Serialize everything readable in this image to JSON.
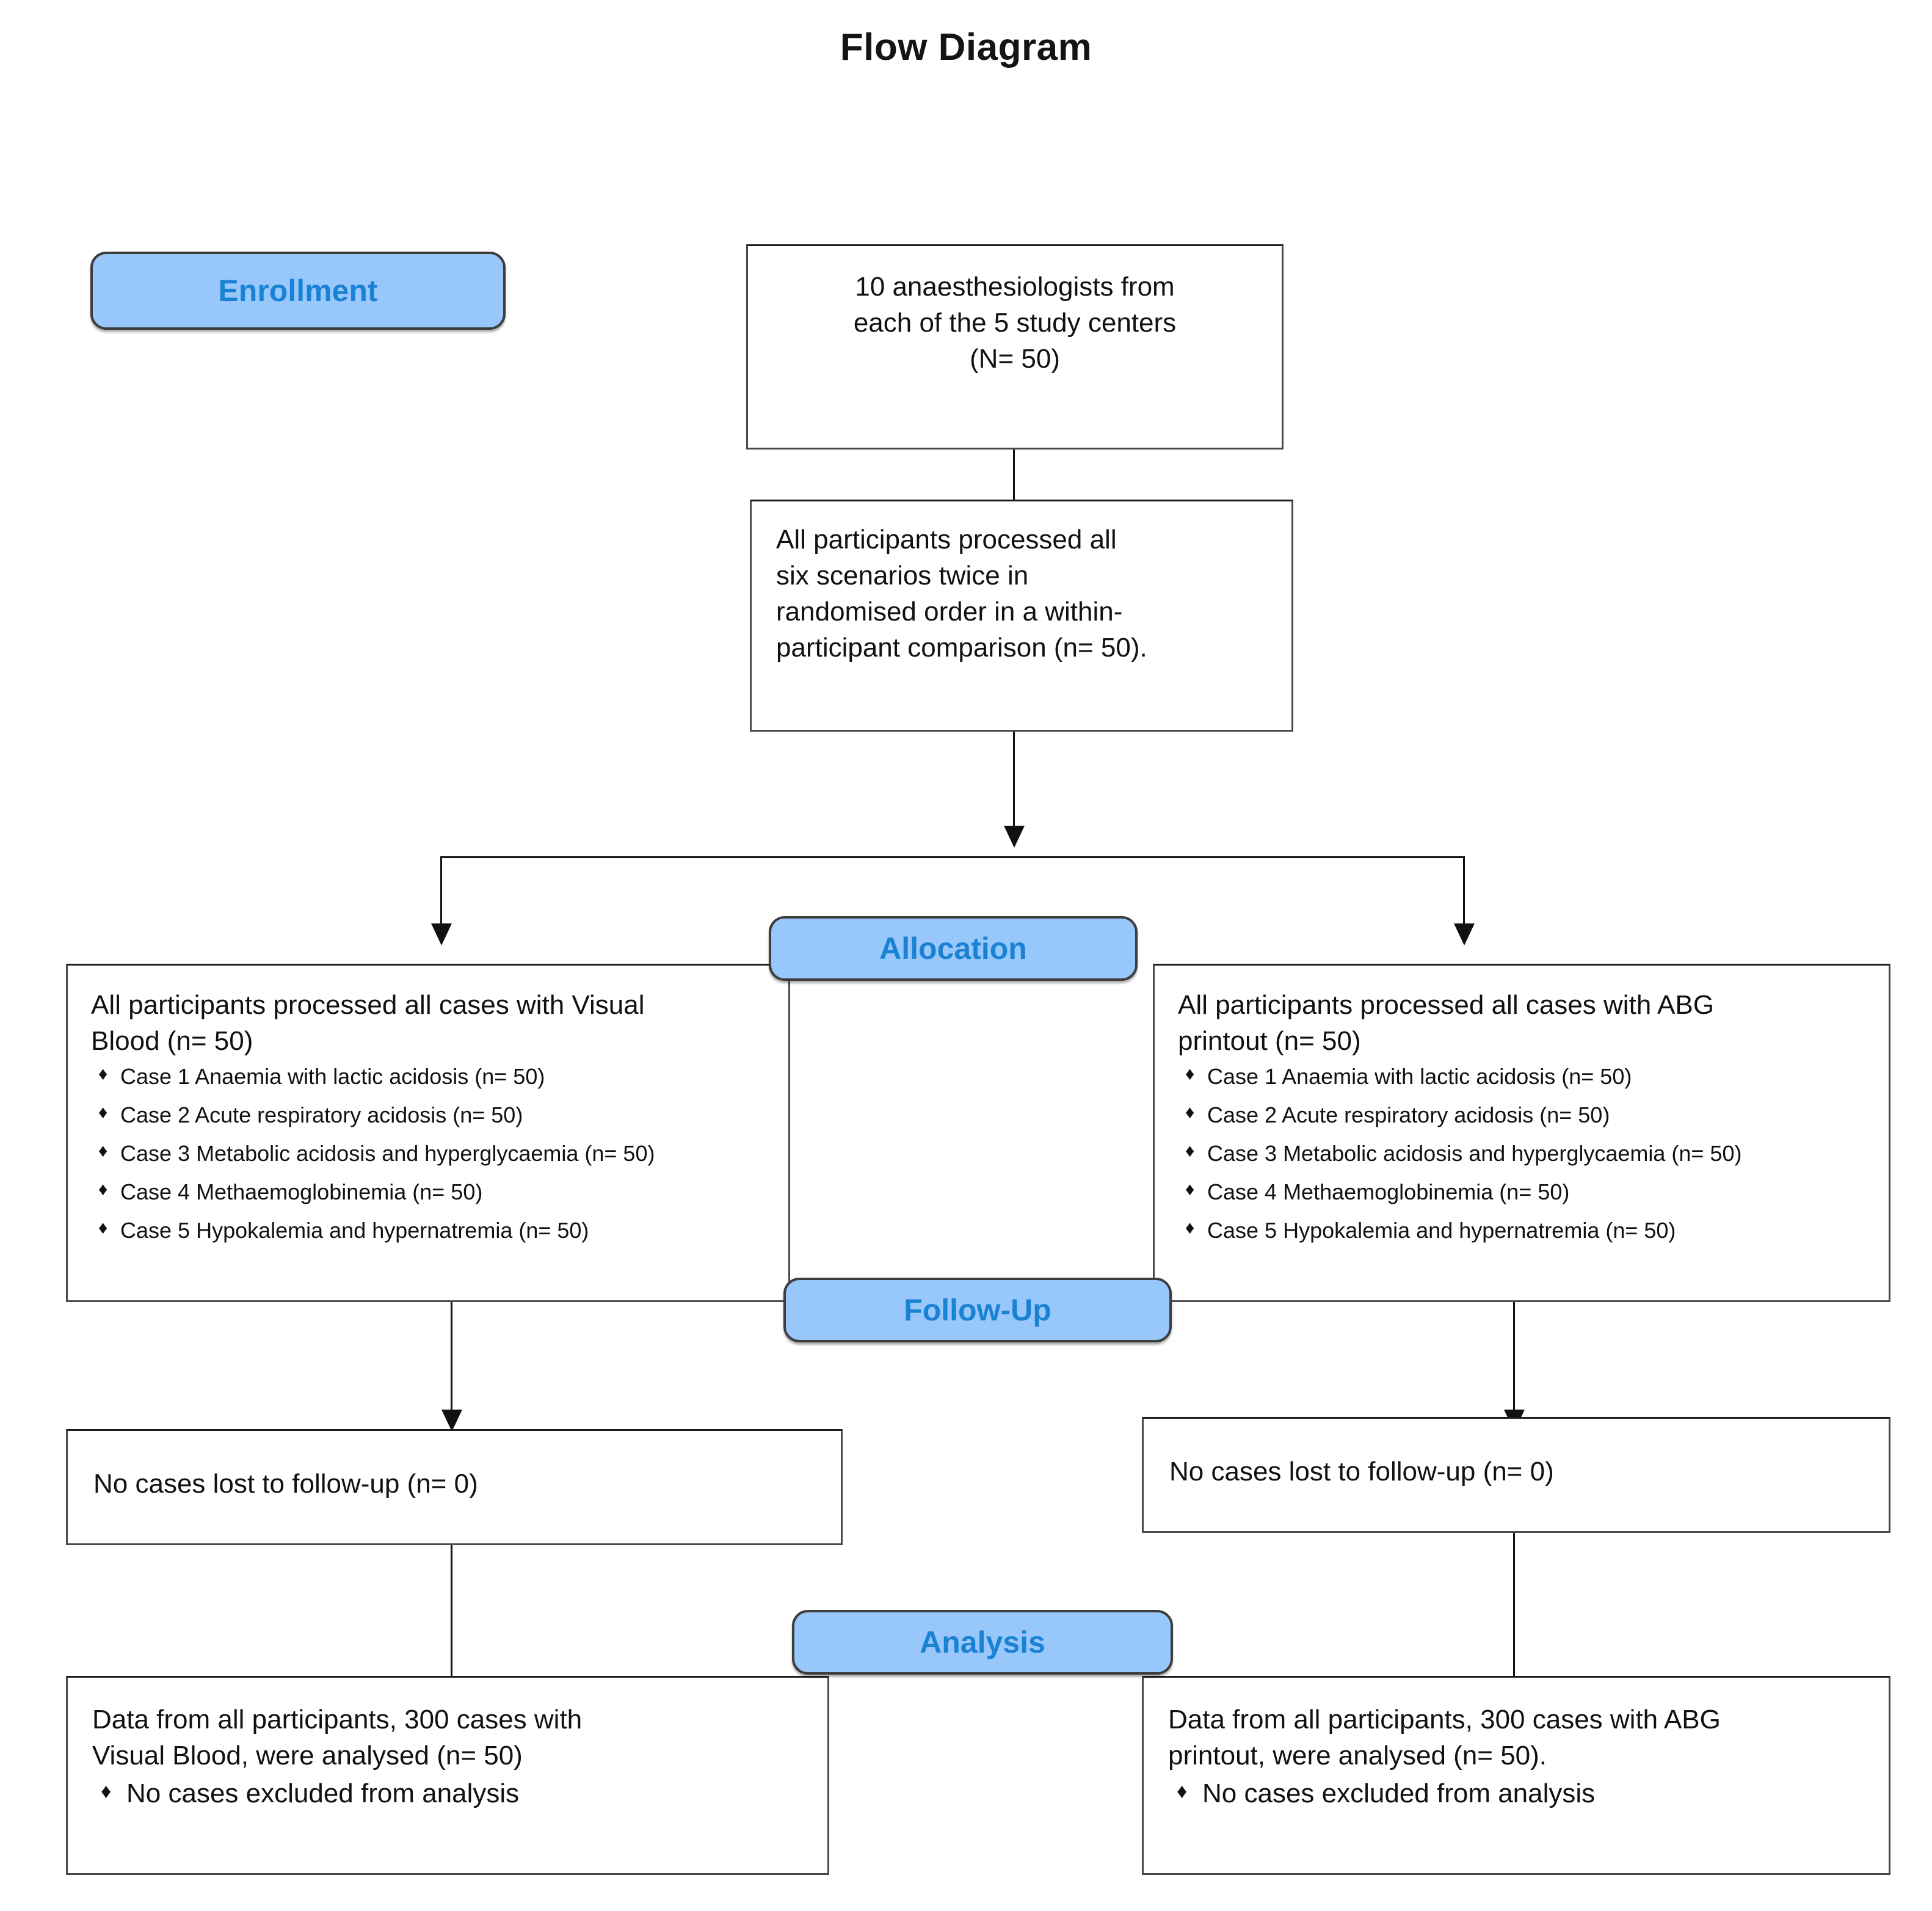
{
  "title": "Flow Diagram",
  "colors": {
    "badge_fill": "#98C7FC",
    "badge_text": "#1A82D2",
    "badge_border": "#3d3d3d",
    "box_border": "#4a4a4a",
    "text": "#111111",
    "connector": "#111111"
  },
  "stages": {
    "enrollment": "Enrollment",
    "allocation": "Allocation",
    "follow_up": "Follow-Up",
    "analysis": "Analysis"
  },
  "boxes": {
    "enrollment_source": {
      "line1": "10 anaesthesiologists from",
      "line2": "each of the 5 study centers",
      "line3": "(N= 50)"
    },
    "procedure": {
      "line1": "All participants processed all",
      "line2": "six scenarios twice in",
      "line3": "randomised order in a within-",
      "line4": "participant comparison (n= 50)."
    },
    "allocation_left": {
      "heading_line1": "All participants processed all cases with Visual",
      "heading_line2": "Blood (n= 50)",
      "cases": [
        "Case 1 Anaemia with lactic acidosis (n= 50)",
        "Case 2 Acute respiratory acidosis (n= 50)",
        "Case 3 Metabolic acidosis and hyperglycaemia (n= 50)",
        "Case 4 Methaemoglobinemia (n= 50)",
        "Case 5 Hypokalemia and hypernatremia (n= 50)"
      ]
    },
    "allocation_right": {
      "heading_line1": "All participants processed all cases with ABG",
      "heading_line2": "printout (n= 50)",
      "cases": [
        "Case 1 Anaemia with lactic acidosis (n= 50)",
        "Case 2 Acute respiratory acidosis (n= 50)",
        "Case 3 Metabolic acidosis and hyperglycaemia (n= 50)",
        "Case 4 Methaemoglobinemia (n= 50)",
        "Case 5 Hypokalemia and hypernatremia (n= 50)"
      ]
    },
    "followup_left": {
      "text": "No cases lost to follow-up (n= 0)"
    },
    "followup_right": {
      "text": "No cases lost to follow-up (n= 0)"
    },
    "analysis_left": {
      "line1": "Data from all participants, 300 cases with",
      "line2": "Visual Blood, were analysed (n= 50)",
      "bullets": [
        "No cases excluded from analysis"
      ]
    },
    "analysis_right": {
      "line1": "Data from all participants, 300 cases with ABG",
      "line2": "printout, were analysed (n= 50).",
      "bullets": [
        "No cases excluded from analysis"
      ]
    }
  },
  "glyphs": {
    "bullet": "♦"
  }
}
